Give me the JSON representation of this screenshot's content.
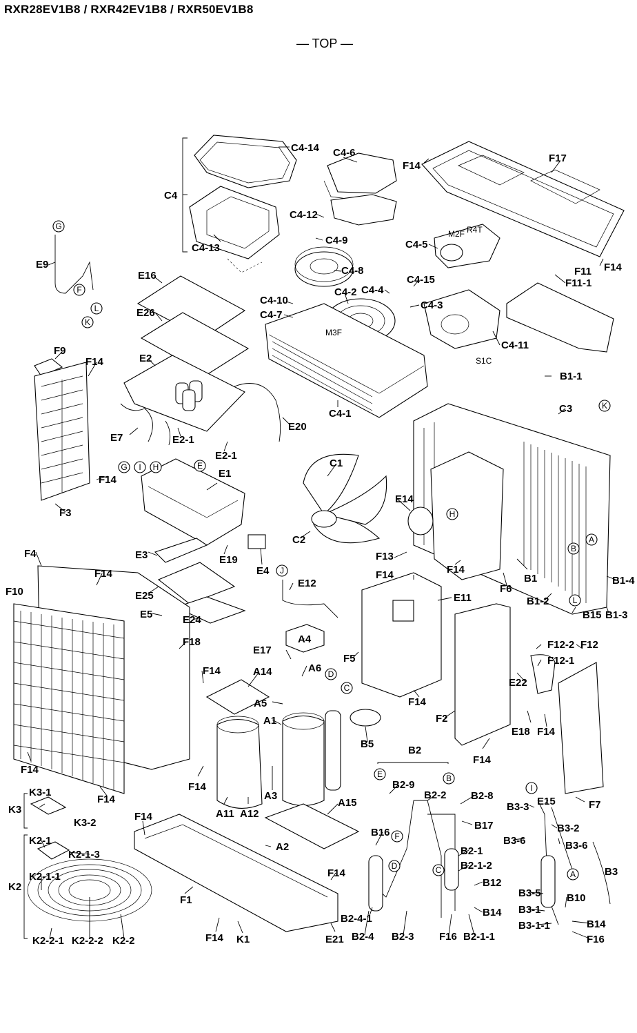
{
  "title": "RXR28EV1B8 / RXR42EV1B8 / RXR50EV1B8",
  "orientation": "— TOP —",
  "labels": {
    "C4_14": "C4-14",
    "C4_6": "C4-6",
    "F14_a": "F14",
    "F17": "F17",
    "C4": "C4",
    "C4_12": "C4-12",
    "C4_13": "C4-13",
    "C4_9": "C4-9",
    "C4_5": "C4-5",
    "F14_b": "F14",
    "C4_8": "C4-8",
    "F11": "F11",
    "F11_1": "F11-1",
    "E16": "E16",
    "C4_4": "C4-4",
    "C4_15": "C4-15",
    "C4_10": "C4-10",
    "C4_2": "C4-2",
    "C4_3": "C4-3",
    "C4_7": "C4-7",
    "E26": "E26",
    "C4_11": "C4-11",
    "E9": "E9",
    "F9": "F9",
    "F14_c": "F14",
    "E2": "E2",
    "C4_1": "C4-1",
    "B1_1": "B1-1",
    "C3": "C3",
    "E20": "E20",
    "E7": "E7",
    "E2_1a": "E2-1",
    "E2_1b": "E2-1",
    "F14_d": "F14",
    "C1": "C1",
    "F3": "F3",
    "E1": "E1",
    "E14": "E14",
    "C2": "C2",
    "E3": "E3",
    "E19": "E19",
    "E4": "E4",
    "F4": "F4",
    "F14_e": "F14",
    "F13": "F13",
    "F14_f": "F14",
    "F14_g": "F14",
    "B1": "B1",
    "F6": "F6",
    "B1_4": "B1-4",
    "F10": "F10",
    "E12": "E12",
    "E25": "E25",
    "E5": "E5",
    "E24": "E24",
    "E11": "E11",
    "B1_2": "B1-2",
    "B15": "B15",
    "B1_3": "B1-3",
    "F18": "F18",
    "A4": "A4",
    "F5": "F5",
    "F12_2": "F12-2",
    "F12": "F12",
    "F12_1": "F12-1",
    "E17": "E17",
    "F14_h": "F14",
    "A14": "A14",
    "A6": "A6",
    "E22": "E22",
    "A5": "A5",
    "F14_i": "F14",
    "A1": "A1",
    "F2": "F2",
    "E18": "E18",
    "F14_j": "F14",
    "B5": "B5",
    "F14_k": "F14",
    "F14_l": "F14",
    "F14_m": "F14",
    "B2": "B2",
    "A3": "A3",
    "F14_n": "F14",
    "B2_9": "B2-9",
    "B2_2": "B2-2",
    "B2_8": "B2-8",
    "E15": "E15",
    "F7": "F7",
    "K3_1": "K3-1",
    "K3": "K3",
    "K3_2": "K3-2",
    "A11": "A11",
    "A12": "A12",
    "A15": "A15",
    "B3_3": "B3-3",
    "B17": "B17",
    "B3_2": "B3-2",
    "F14_o": "F14",
    "B16": "B16",
    "B3_6a": "B3-6",
    "B3_6b": "B3-6",
    "K2_1": "K2-1",
    "K2_1_3": "K2-1-3",
    "A2": "A2",
    "B2_1": "B2-1",
    "B2_1_2": "B2-1-2",
    "B3": "B3",
    "K2_1_1": "K2-1-1",
    "F14_p": "F14",
    "K2": "K2",
    "F1": "F1",
    "B12": "B12",
    "B3_5": "B3-5",
    "B10": "B10",
    "B3_1": "B3-1",
    "B14_a": "B14",
    "B14_b": "B14",
    "B3_1_1": "B3-1-1",
    "F14_q": "F14",
    "K1": "K1",
    "E21": "E21",
    "B2_4_1": "B2-4-1",
    "B2_4": "B2-4",
    "B2_3": "B2-3",
    "F16_a": "F16",
    "B2_1_1": "B2-1-1",
    "F16_b": "F16",
    "K2_2_1": "K2-2-1",
    "K2_2_2": "K2-2-2",
    "K2_2": "K2-2",
    "circ_G1": "G",
    "circ_F1": "F",
    "circ_L1": "L",
    "circ_K1": "K",
    "circ_K2": "K",
    "circ_G2": "G",
    "circ_I1": "I",
    "circ_H1": "H",
    "circ_E1": "E",
    "circ_H2": "H",
    "circ_A1": "A",
    "circ_B1": "B",
    "circ_L2": "L",
    "circ_J1": "J",
    "circ_D1": "D",
    "circ_C1": "C",
    "circ_E2": "E",
    "circ_B2": "B",
    "circ_F2": "F",
    "circ_D2": "D",
    "circ_C2": "C",
    "circ_I2": "I",
    "circ_A2": "A",
    "small_M2F": "M2F",
    "small_R4T": "R4T",
    "small_M3F": "M3F",
    "small_S1C": "S1C"
  }
}
